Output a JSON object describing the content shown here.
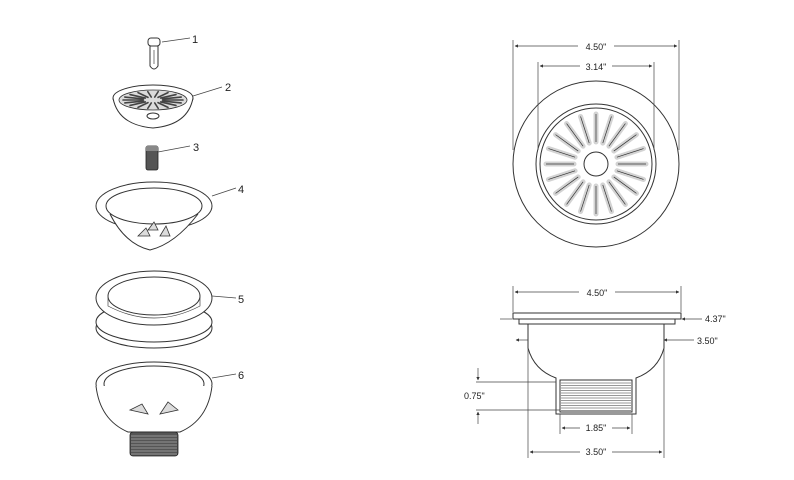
{
  "exploded_view": {
    "part_numbers": [
      "1",
      "2",
      "3",
      "4",
      "5",
      "6"
    ]
  },
  "top_view": {
    "outer_diameter": "4.50\"",
    "inner_diameter": "3.14\""
  },
  "side_view": {
    "flange_width": "4.50\"",
    "flange_right": "4.37\"",
    "body_right": "3.50\"",
    "thread_height": "0.75\"",
    "thread_width": "1.85\"",
    "bottom_width": "3.50\""
  }
}
